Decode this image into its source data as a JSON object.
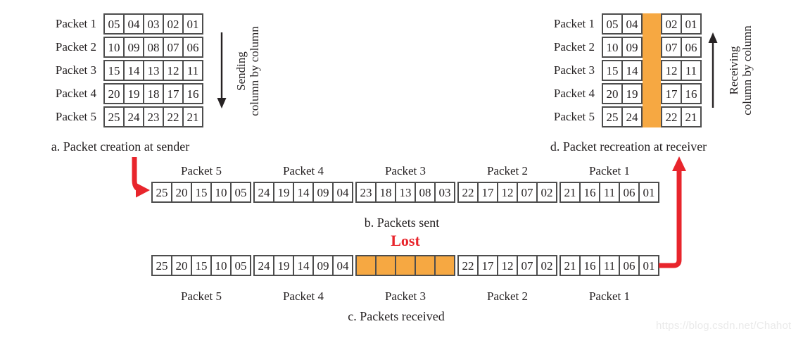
{
  "colors": {
    "border": "#4d4d4d",
    "text": "#262223",
    "red": "#e8252c",
    "lost_fill": "#f6a842",
    "watermark": "#eaeaea"
  },
  "sender": {
    "caption": "a. Packet creation at sender",
    "direction_line1": "Sending",
    "direction_line2": "column by column",
    "rows": [
      {
        "label": "Packet 1",
        "cells": [
          "05",
          "04",
          "03",
          "02",
          "01"
        ]
      },
      {
        "label": "Packet 2",
        "cells": [
          "10",
          "09",
          "08",
          "07",
          "06"
        ]
      },
      {
        "label": "Packet 3",
        "cells": [
          "15",
          "14",
          "13",
          "12",
          "11"
        ]
      },
      {
        "label": "Packet 4",
        "cells": [
          "20",
          "19",
          "18",
          "17",
          "16"
        ]
      },
      {
        "label": "Packet 5",
        "cells": [
          "25",
          "24",
          "23",
          "22",
          "21"
        ]
      }
    ]
  },
  "receiver": {
    "caption": "d. Packet recreation at receiver",
    "direction_line1": "Receiving",
    "direction_line2": "column by column",
    "lost_column_index": 2,
    "rows": [
      {
        "label": "Packet 1",
        "cells": [
          "05",
          "04",
          "",
          "02",
          "01"
        ]
      },
      {
        "label": "Packet 2",
        "cells": [
          "10",
          "09",
          "",
          "07",
          "06"
        ]
      },
      {
        "label": "Packet 3",
        "cells": [
          "15",
          "14",
          "",
          "12",
          "11"
        ]
      },
      {
        "label": "Packet 4",
        "cells": [
          "20",
          "19",
          "",
          "17",
          "16"
        ]
      },
      {
        "label": "Packet 5",
        "cells": [
          "25",
          "24",
          "",
          "22",
          "21"
        ]
      }
    ]
  },
  "sent": {
    "caption": "b. Packets sent",
    "groups": [
      {
        "label": "Packet 5",
        "cells": [
          "25",
          "20",
          "15",
          "10",
          "05"
        ]
      },
      {
        "label": "Packet 4",
        "cells": [
          "24",
          "19",
          "14",
          "09",
          "04"
        ]
      },
      {
        "label": "Packet 3",
        "cells": [
          "23",
          "18",
          "13",
          "08",
          "03"
        ]
      },
      {
        "label": "Packet 2",
        "cells": [
          "22",
          "17",
          "12",
          "07",
          "02"
        ]
      },
      {
        "label": "Packet 1",
        "cells": [
          "21",
          "16",
          "11",
          "06",
          "01"
        ]
      }
    ]
  },
  "received": {
    "caption": "c. Packets received",
    "lost_label": "Lost",
    "lost_group_index": 2,
    "groups": [
      {
        "label": "Packet 5",
        "cells": [
          "25",
          "20",
          "15",
          "10",
          "05"
        ]
      },
      {
        "label": "Packet 4",
        "cells": [
          "24",
          "19",
          "14",
          "09",
          "04"
        ]
      },
      {
        "label": "Packet 3",
        "cells": [
          "",
          "",
          "",
          "",
          ""
        ]
      },
      {
        "label": "Packet 2",
        "cells": [
          "22",
          "17",
          "12",
          "07",
          "02"
        ]
      },
      {
        "label": "Packet 1",
        "cells": [
          "21",
          "16",
          "11",
          "06",
          "01"
        ]
      }
    ]
  },
  "watermark": "https://blog.csdn.net/Chahot"
}
